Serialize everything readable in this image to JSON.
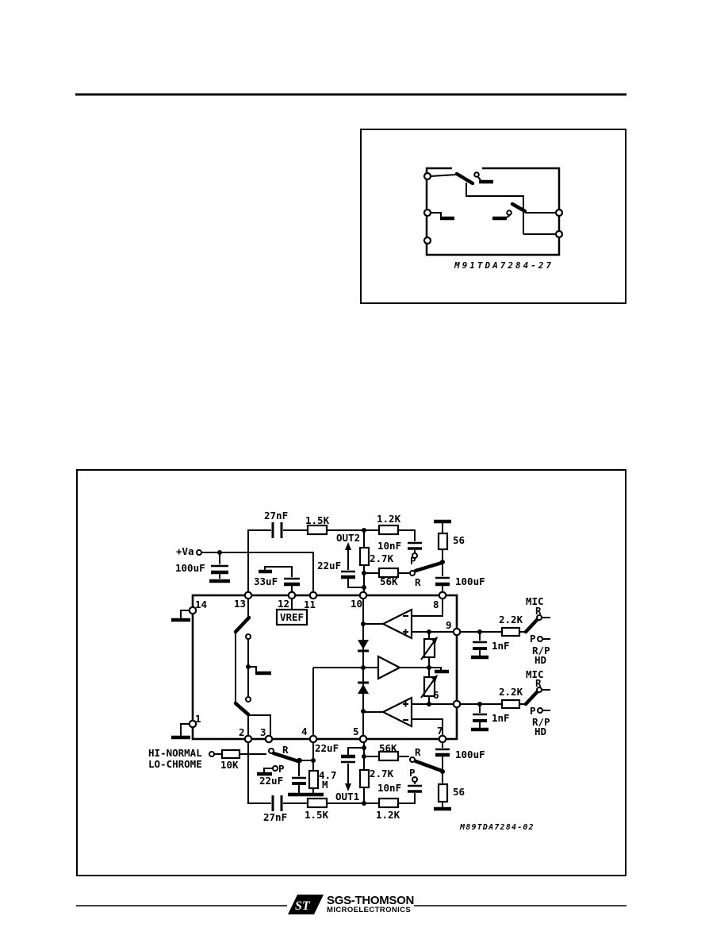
{
  "colors": {
    "ink": "#000000",
    "paper": "#ffffff"
  },
  "figure1": {
    "caption": "M91TDA7284-27"
  },
  "figure2": {
    "caption": "M89TDA7284-02",
    "supply": {
      "va_label": "+Va",
      "c100": "100uF",
      "c33": "33uF"
    },
    "ic": {
      "vref": "VREF",
      "pins": {
        "p1": "1",
        "p2": "2",
        "p3": "3",
        "p4": "4",
        "p5": "5",
        "p6": "6",
        "p7": "7",
        "p8": "8",
        "p9": "9",
        "p10": "10",
        "p11": "11",
        "p12": "12",
        "p13": "13",
        "p14": "14"
      }
    },
    "fb_top": {
      "c27": "27nF",
      "r15": "1.5K",
      "r12": "1.2K",
      "c10": "10nF",
      "r27": "2.7K",
      "r56k": "56K",
      "p": "P",
      "r": "R",
      "r56": "56",
      "c100": "100uF",
      "out": "OUT2",
      "c22": "22uF"
    },
    "fb_bot": {
      "c27": "27nF",
      "r15": "1.5K",
      "r12": "1.2K",
      "c10": "10nF",
      "r27": "2.7K",
      "r56k": "56K",
      "p": "P",
      "r": "R",
      "r56": "56",
      "c100": "100uF",
      "out": "OUT1",
      "c22": "22uF"
    },
    "mic_top": {
      "mic": "MIC",
      "r": "R",
      "p": "P",
      "rp": "R/P",
      "hd": "HD",
      "r22": "2.2K",
      "c1n": "1nF"
    },
    "mic_bot": {
      "mic": "MIC",
      "r": "R",
      "p": "P",
      "rp": "R/P",
      "hd": "HD",
      "r22": "2.2K",
      "c1n": "1nF"
    },
    "input": {
      "line1": "HI-NORMAL",
      "line2": "LO-CHROME",
      "r10k": "10K",
      "r": "R",
      "p": "P",
      "c22": "22uF",
      "r47_val": "4.7",
      "r47_unit": "M"
    }
  },
  "footer": {
    "logo": "ST",
    "brand": "SGS-THOMSON",
    "sub": "MICROELECTRONICS"
  }
}
